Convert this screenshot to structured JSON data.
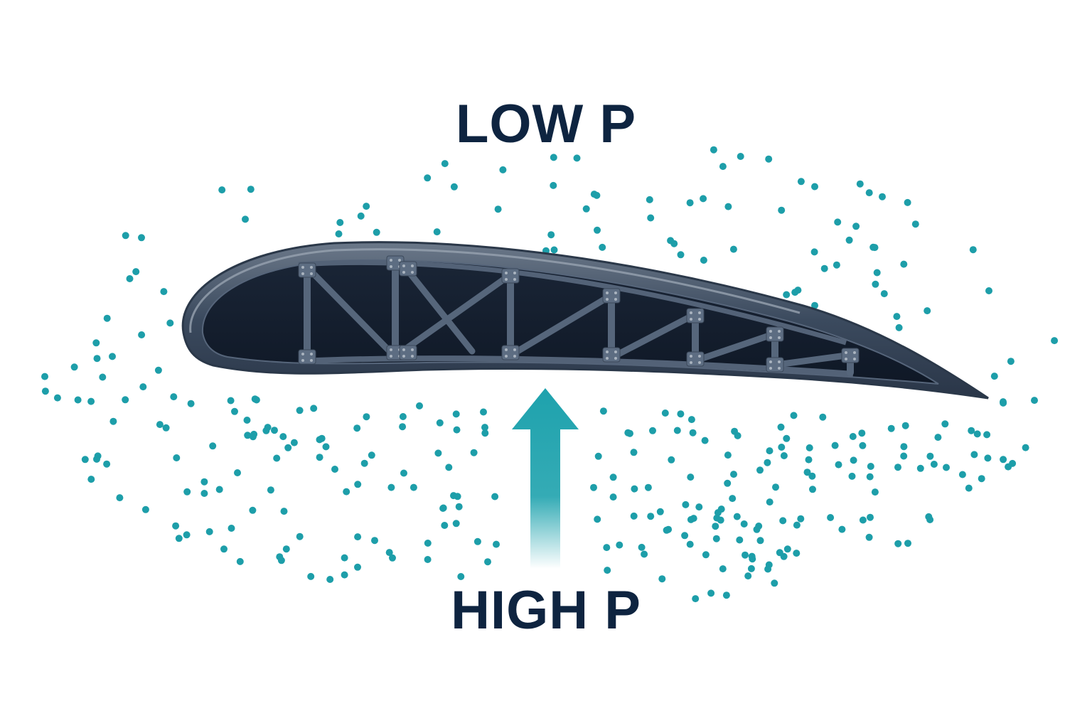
{
  "diagram": {
    "low_pressure_label": "LOW P",
    "high_pressure_label": "HIGH P"
  },
  "colors": {
    "label_text": "#0e2440",
    "particles": "#1d9ea9",
    "arrow": "#1ea2ad",
    "airfoil_skin": "#3f4e63",
    "airfoil_rim": "#8d98a6",
    "airfoil_interior": "#121c2b",
    "truss": "#4b5a6e",
    "rivet": "#a9b3bf"
  },
  "icons": {
    "airfoil": "airfoil-cross-section-icon",
    "arrow": "arrow-up-icon",
    "particles": "air-particle-dots"
  }
}
